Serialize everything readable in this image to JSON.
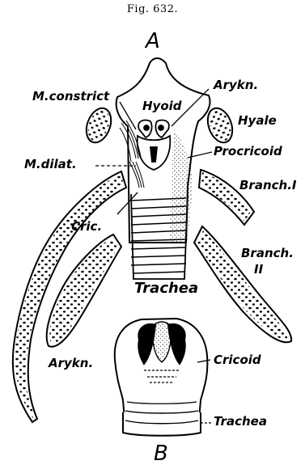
{
  "figure": {
    "caption": "Fig. 632.",
    "panel_a": "A",
    "panel_b": "B"
  },
  "labels_a": {
    "m_constrict": "M.constrict",
    "hyoid": "Hyoid",
    "arykn": "Arykn.",
    "hyale": "Hyale",
    "procricoid": "Procricoid",
    "m_dilat": "M.dilat.",
    "branch_i": "Branch.I",
    "cric": "Cric.",
    "branch_ii_line1": "Branch.",
    "branch_ii_line2": "II",
    "trachea": "Trachea"
  },
  "labels_b": {
    "arykn": "Arykn.",
    "cricoid": "Cricoid",
    "trachea": "Trachea"
  }
}
